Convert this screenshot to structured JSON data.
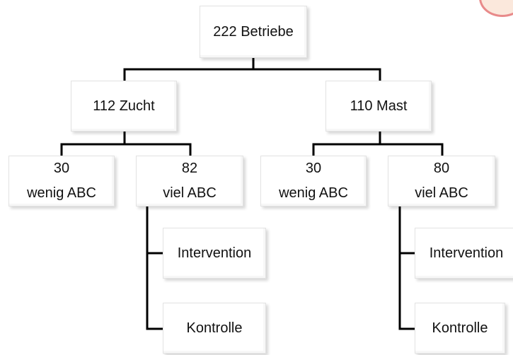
{
  "root": {
    "label": "222 Betriebe"
  },
  "branches": [
    {
      "label": "112 Zucht",
      "groups": [
        {
          "count": "30",
          "label": "wenig ABC"
        },
        {
          "count": "82",
          "label": "viel ABC"
        }
      ],
      "sub": [
        "Intervention",
        "Kontrolle"
      ]
    },
    {
      "label": "110 Mast",
      "groups": [
        {
          "count": "30",
          "label": "wenig ABC"
        },
        {
          "count": "80",
          "label": "viel ABC"
        }
      ],
      "sub": [
        "Intervention",
        "Kontrolle"
      ]
    }
  ]
}
